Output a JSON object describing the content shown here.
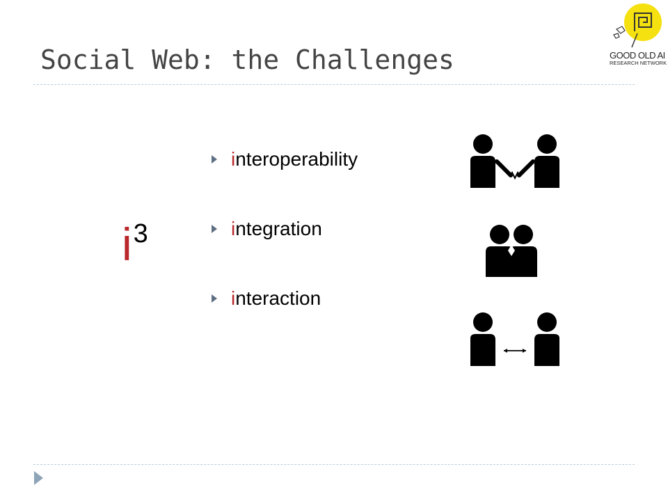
{
  "slide": {
    "title": "Social Web: the Challenges"
  },
  "logo": {
    "line1": "GOOD OLD AI",
    "line2": "RESEARCH NETWORK"
  },
  "symbol": {
    "base": "i",
    "superscript": "3"
  },
  "bullets": [
    {
      "first_letter": "i",
      "rest": "nteroperability",
      "picture": "people-shaking-hands-icon"
    },
    {
      "first_letter": "i",
      "rest": "ntegration",
      "picture": "people-overlapping-icon"
    },
    {
      "first_letter": "i",
      "rest": "nteraction",
      "picture": "people-double-arrow-icon"
    }
  ],
  "colors": {
    "accent_red": "#b8282a",
    "title_gray": "#444444",
    "bullet_marker": "#5e6f84",
    "divider": "#b9ccd6",
    "logo_yellow": "#f5e10f"
  }
}
